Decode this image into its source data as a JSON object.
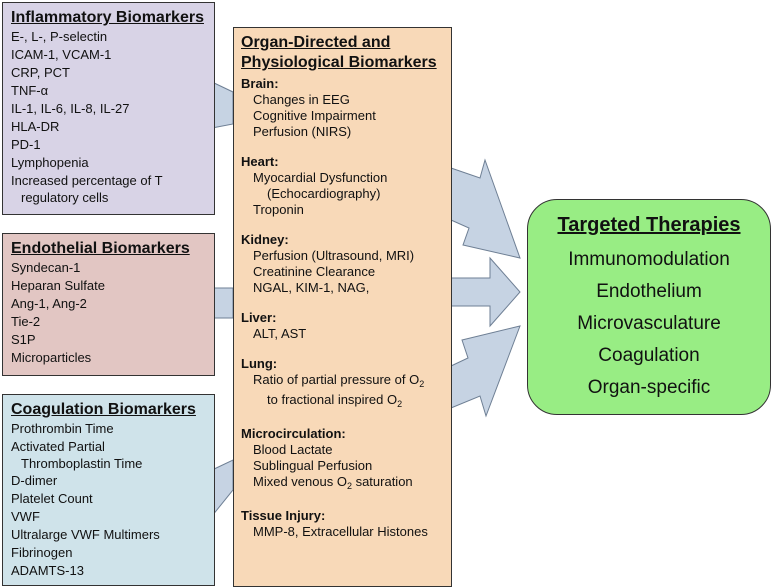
{
  "colors": {
    "inflammatory_fill": "#d8d3e6",
    "endothelial_fill": "#e2c6c3",
    "coagulation_fill": "#cfe3ea",
    "organ_fill": "#f8d9b8",
    "therapies_fill": "#98ed84",
    "arrow_fill": "#c6d3e3"
  },
  "inflammatory": {
    "title": "Inflammatory Biomarkers",
    "items": [
      "E-, L-, P-selectin",
      "ICAM-1, VCAM-1",
      "CRP, PCT",
      "TNF-α",
      "IL-1, IL-6, IL-8, IL-27",
      "HLA-DR",
      "PD-1",
      "Lymphopenia",
      "Increased percentage of T regulatory cells"
    ]
  },
  "endothelial": {
    "title": "Endothelial Biomarkers",
    "items": [
      "Syndecan-1",
      "Heparan Sulfate",
      "Ang-1, Ang-2",
      "Tie-2",
      "S1P",
      "Microparticles"
    ]
  },
  "coagulation": {
    "title": "Coagulation Biomarkers",
    "items": [
      "Prothrombin Time",
      "Activated Partial Thromboplastin Time",
      "D-dimer",
      "Platelet Count",
      "VWF",
      "Ultralarge VWF Multimers",
      "Fibrinogen",
      "ADAMTS-13"
    ]
  },
  "organ": {
    "title_line1": "Organ-Directed and",
    "title_line2": "Physiological Biomarkers",
    "brain": {
      "heading": "Brain:",
      "items": [
        "Changes in EEG",
        "Cognitive Impairment",
        "Perfusion (NIRS)"
      ]
    },
    "heart": {
      "heading": "Heart:",
      "item1": "Myocardial Dysfunction",
      "item1_cont": "(Echocardiography)",
      "item2": "Troponin"
    },
    "kidney": {
      "heading": "Kidney:",
      "items": [
        "Perfusion (Ultrasound, MRI)",
        "Creatinine Clearance",
        "NGAL, KIM-1, NAG,"
      ]
    },
    "liver": {
      "heading": "Liver:",
      "items": [
        "ALT, AST"
      ]
    },
    "lung": {
      "heading": "Lung:",
      "line1": "Ratio of partial pressure of O",
      "line1_sub": "2",
      "line2": "to fractional inspired O",
      "line2_sub": "2"
    },
    "micro": {
      "heading": "Microcirculation:",
      "item1": "Blood Lactate",
      "item2": "Sublingual Perfusion",
      "item3": "Mixed venous O",
      "item3_sub": "2",
      "item3_end": " saturation"
    },
    "tissue": {
      "heading": "Tissue Injury:",
      "items": [
        "MMP-8, Extracellular Histones"
      ]
    }
  },
  "therapies": {
    "title": "Targeted Therapies",
    "items": [
      "Immunomodulation",
      "Endothelium",
      "Microvasculature",
      "Coagulation",
      "Organ-specific"
    ]
  }
}
